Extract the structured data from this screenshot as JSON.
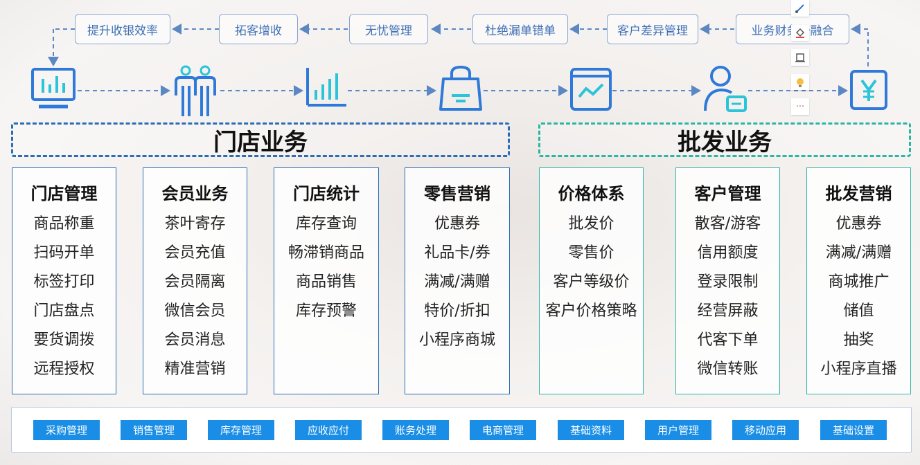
{
  "flow_labels": [
    "提升收银效率",
    "拓客增收",
    "无忧管理",
    "杜绝漏单错单",
    "客户差异管理",
    "业务财务一融合"
  ],
  "icons": [
    "monitor-chart-icon",
    "users-icon",
    "bar-chart-icon",
    "shopping-bag-icon",
    "trend-window-icon",
    "user-card-icon",
    "yen-icon"
  ],
  "sections": {
    "store": "门店业务",
    "wholesale": "批发业务"
  },
  "cards": [
    {
      "title": "门店管理",
      "items": [
        "商品称重",
        "扫码开单",
        "标签打印",
        "门店盘点",
        "要货调拨",
        "远程授权"
      ]
    },
    {
      "title": "会员业务",
      "items": [
        "茶叶寄存",
        "会员充值",
        "会员隔离",
        "微信会员",
        "会员消息",
        "精准营销"
      ]
    },
    {
      "title": "门店统计",
      "items": [
        "库存查询",
        "畅滞销商品",
        "商品销售",
        "库存预警"
      ]
    },
    {
      "title": "零售营销",
      "items": [
        "优惠券",
        "礼品卡/券",
        "满减/满赠",
        "特价/折扣",
        "小程序商城"
      ]
    },
    {
      "title": "价格体系",
      "items": [
        "批发价",
        "零售价",
        "客户等级价",
        "客户价格策略"
      ]
    },
    {
      "title": "客户管理",
      "items": [
        "散客/游客",
        "信用额度",
        "登录限制",
        "经营屏蔽",
        "代客下单",
        "微信转账"
      ]
    },
    {
      "title": "批发营销",
      "items": [
        "优惠券",
        "满减/满赠",
        "商城推广",
        "储值",
        "抽奖",
        "小程序直播"
      ]
    }
  ],
  "bottom_buttons": [
    "采购管理",
    "销售管理",
    "库存管理",
    "应收应付",
    "账务处理",
    "电商管理",
    "基础资料",
    "用户管理",
    "移动应用",
    "基础设置"
  ],
  "toolbar": {
    "icons": [
      "brush-icon",
      "fill-icon",
      "crop-icon",
      "bulb-icon"
    ],
    "more_label": "···"
  },
  "colors": {
    "primary_blue": "#2a6db5",
    "teal": "#2bb5a3",
    "button_blue": "#1a8ee6",
    "pill_text": "#3e6fb5",
    "icon_blue": "#2f79d8",
    "icon_cyan": "#2bc4d8"
  }
}
